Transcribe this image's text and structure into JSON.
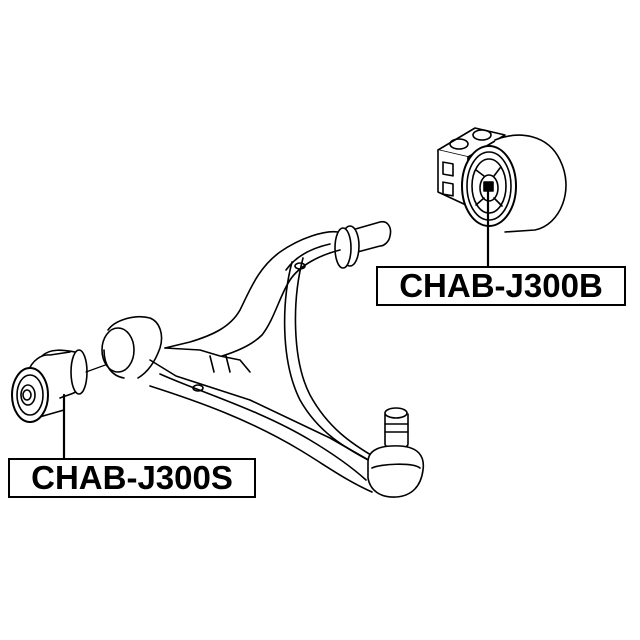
{
  "diagram": {
    "type": "exploded parts diagram",
    "subject": "front lower control arm with bushings",
    "colors": {
      "line": "#000000",
      "background": "#ffffff"
    },
    "callouts": [
      {
        "id": "rear-bushing",
        "part_number": "CHAB-J300B",
        "points_to": "rear control arm bushing (boxed bracket style)"
      },
      {
        "id": "front-bushing",
        "part_number": "CHAB-J300S",
        "points_to": "front control arm bushing (cylindrical)"
      }
    ]
  }
}
